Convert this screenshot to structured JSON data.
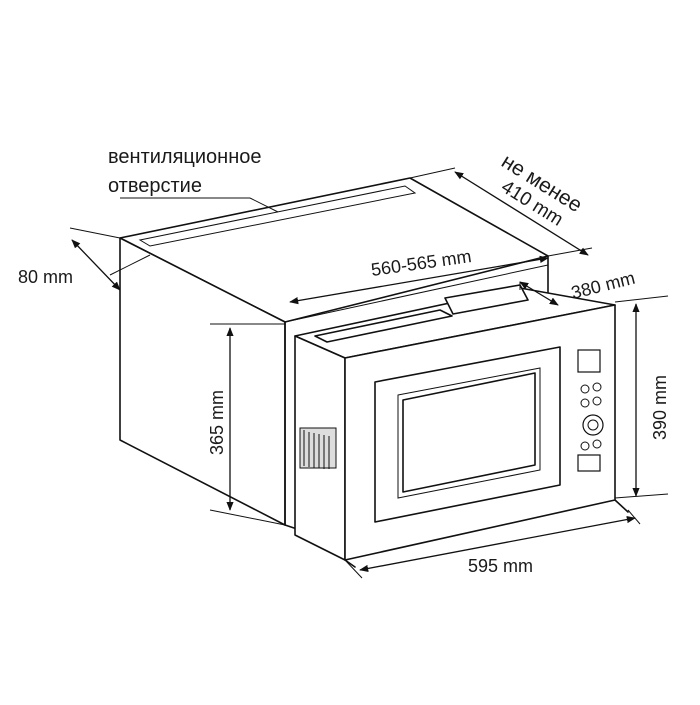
{
  "labels": {
    "vent_line1": "вентиляционное",
    "vent_line2": "отверстие",
    "min_line1": "не менее",
    "min_line2": "410 mm",
    "dim_80": "80 mm",
    "dim_560": "560-565 mm",
    "dim_380": "380 mm",
    "dim_365": "365 mm",
    "dim_390": "390 mm",
    "dim_595": "595 mm"
  }
}
